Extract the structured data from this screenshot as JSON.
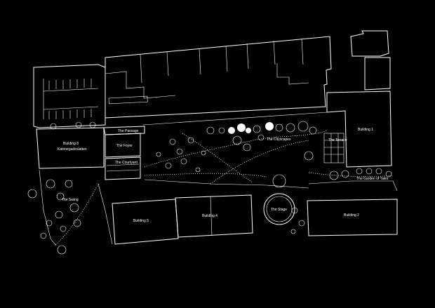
{
  "map": {
    "labels": {
      "building_8": "Building 8",
      "katrinegadeslatten": "Katrinegadeslatten",
      "the_passage": "The Passage",
      "the_foyer": "The Foyer",
      "the_courtyard": "The Courtyard",
      "the_cityscapes": "The Cityscapes",
      "the_terrace": "The Terrace",
      "building_1": "Building 1",
      "the_garden_of_tales": "The Garden of Tales",
      "the_swing": "The Swing",
      "building_5": "Building 5",
      "building_4": "Building 4",
      "the_stage": "The Stage",
      "building_2": "Building 2"
    },
    "colors": {
      "background": "#000000",
      "line": "#ffffff"
    }
  }
}
